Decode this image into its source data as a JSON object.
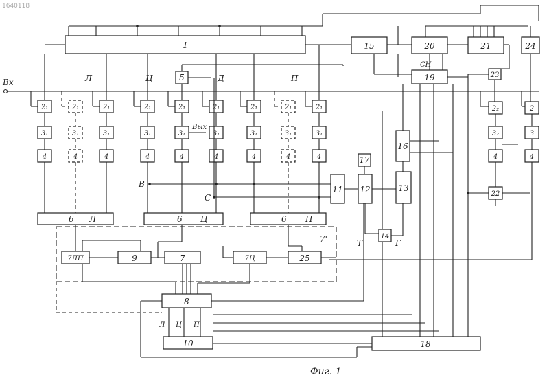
{
  "patent_number": "1640118",
  "figure_caption": "Фиг. 1",
  "input_label": "Вх",
  "output_label": "Вых",
  "channel_labels": {
    "left": "Л",
    "center": "Ц",
    "right": "П",
    "d": "Д"
  },
  "signal_labels": {
    "b": "В",
    "c": "С",
    "t": "Т",
    "g": "Г",
    "sn": "СН",
    "block7_prime": "7'"
  },
  "block_labels": {
    "b1": "1",
    "b5": "5",
    "b2": "2",
    "b2_1": "2₁",
    "b2_2": "2₂",
    "b3": "3",
    "b3_1": "3₁",
    "b3_2": "3₂",
    "b4": "4",
    "b6": "6",
    "b7": "7",
    "b7lp": "7ЛП",
    "b7c": "7Ц",
    "b8": "8",
    "b9": "9",
    "b10": "10",
    "b11": "11",
    "b12": "12",
    "b13": "13",
    "b14": "14",
    "b15": "15",
    "b16": "16",
    "b17": "17",
    "b18": "18",
    "b19": "19",
    "b20": "20",
    "b21": "21",
    "b22": "22",
    "b23": "23",
    "b24": "24",
    "b25": "25"
  },
  "bus_labels": {
    "l": "Л",
    "c": "Ц",
    "p": "П"
  }
}
